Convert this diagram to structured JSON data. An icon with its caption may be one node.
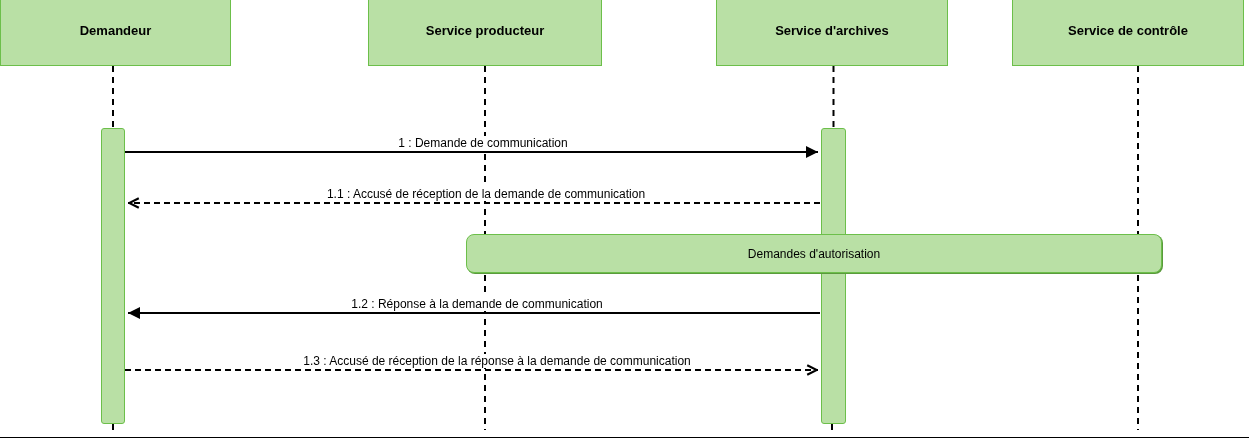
{
  "diagram": {
    "nodes": [
      {
        "text": [
          "Demandeur"
        ]
      },
      {
        "text": [
          "Service producteur"
        ]
      },
      {
        "text": [
          "Service d'archives"
        ]
      },
      {
        "text": [
          "Service de contrôle"
        ]
      },
      {
        "text": [],
        "shape": "bar"
      },
      {
        "text": [],
        "shape": "bar"
      },
      {
        "text": [
          "Demandes d'autorisation"
        ]
      }
    ],
    "edges": [
      {
        "from": 0,
        "to": 4,
        "arrow": "none",
        "style": "dashed"
      },
      {
        "from": 2,
        "to": 5,
        "arrow": "none",
        "style": "dashed"
      },
      {
        "from": 4,
        "to": 5,
        "arrow": "to",
        "label": "1 : Demande de communication"
      },
      {
        "from": 5,
        "to": 4,
        "arrow": "to",
        "label": "1.1 : Accusé de réception de la demande de communication",
        "style": "dashed"
      },
      {
        "from": 5,
        "to": 4,
        "arrow": "to",
        "label": "1.2 : Réponse à la demande de communication"
      },
      {
        "from": 4,
        "to": 5,
        "arrow": "to",
        "label": "1.3 : Accusé de réception de la réponse à la demande de communication",
        "style": "dashed"
      }
    ]
  }
}
